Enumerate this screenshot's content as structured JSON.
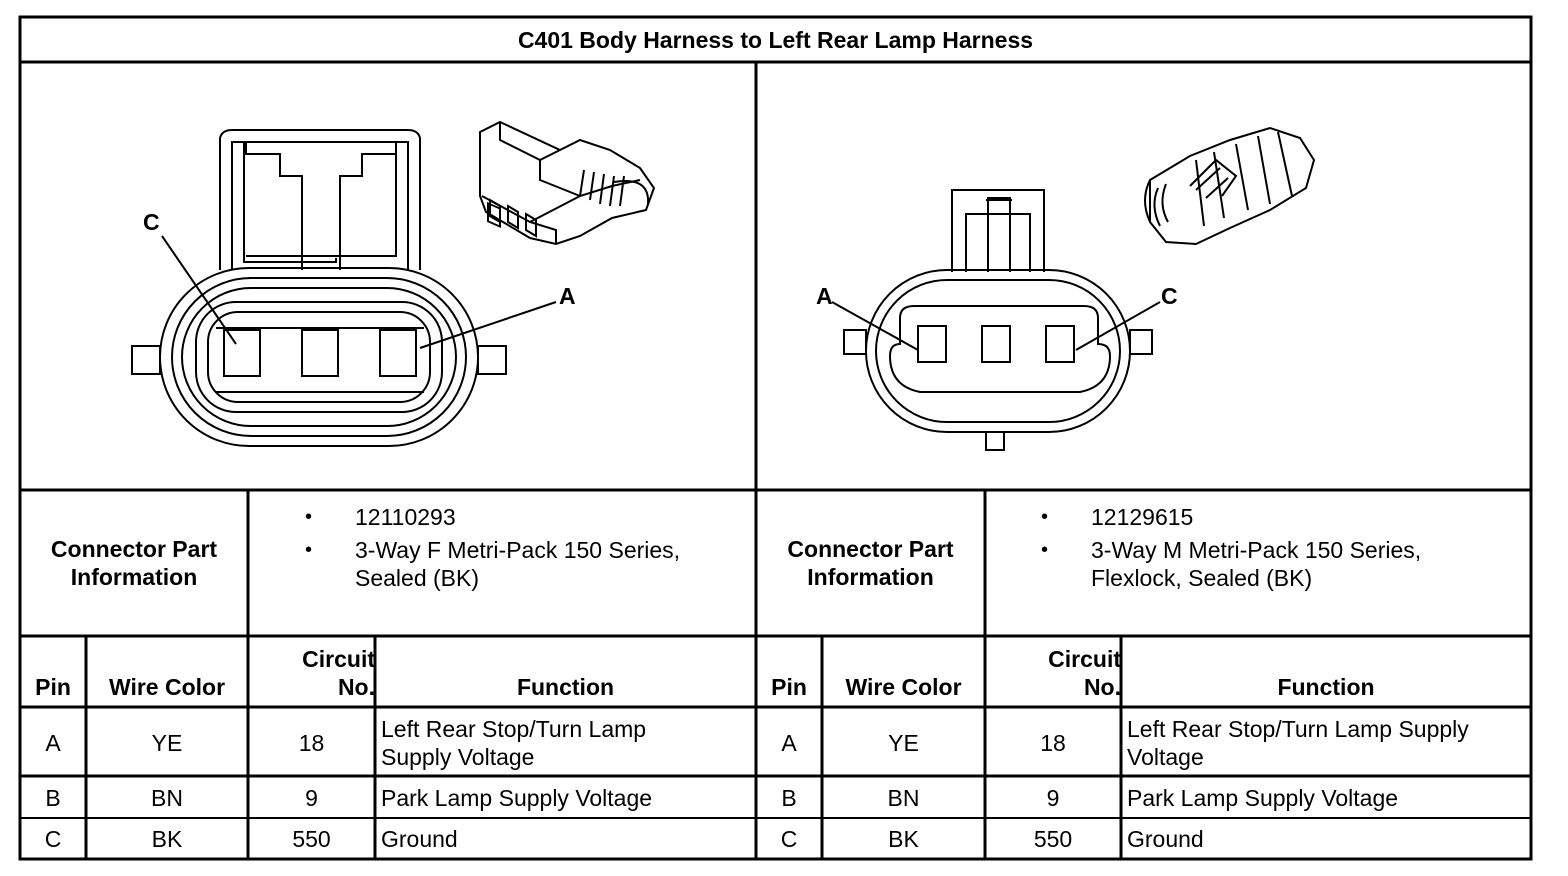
{
  "title": "C401 Body Harness to Left Rear Lamp Harness",
  "connectors": [
    {
      "side": "left",
      "pin_labels": [
        "C",
        "A"
      ],
      "info_label_line1": "Connector Part",
      "info_label_line2": "Information",
      "part_number": "12110293",
      "description_line1": "3-Way F Metri-Pack 150 Series,",
      "description_line2": "Sealed (BK)"
    },
    {
      "side": "right",
      "pin_labels": [
        "A",
        "C"
      ],
      "info_label_line1": "Connector Part",
      "info_label_line2": "Information",
      "part_number": "12129615",
      "description_line1": "3-Way M Metri-Pack 150 Series,",
      "description_line2": "Flexlock, Sealed (BK)"
    }
  ],
  "table_headers": {
    "pin": "Pin",
    "wire_color": "Wire Color",
    "circuit_line1": "Circuit",
    "circuit_line2": "No.",
    "function": "Function"
  },
  "rows_left": [
    {
      "pin": "A",
      "wire_color": "YE",
      "circuit": "18",
      "function_line1": "Left Rear Stop/Turn Lamp",
      "function_line2": "Supply Voltage"
    },
    {
      "pin": "B",
      "wire_color": "BN",
      "circuit": "9",
      "function_line1": "Park Lamp Supply Voltage",
      "function_line2": ""
    },
    {
      "pin": "C",
      "wire_color": "BK",
      "circuit": "550",
      "function_line1": "Ground",
      "function_line2": ""
    }
  ],
  "rows_right": [
    {
      "pin": "A",
      "wire_color": "YE",
      "circuit": "18",
      "function_line1": "Left Rear Stop/Turn Lamp Supply",
      "function_line2": "Voltage"
    },
    {
      "pin": "B",
      "wire_color": "BN",
      "circuit": "9",
      "function_line1": "Park Lamp Supply Voltage",
      "function_line2": ""
    },
    {
      "pin": "C",
      "wire_color": "BK",
      "circuit": "550",
      "function_line1": "Ground",
      "function_line2": ""
    }
  ],
  "bullet_glyph": "•"
}
